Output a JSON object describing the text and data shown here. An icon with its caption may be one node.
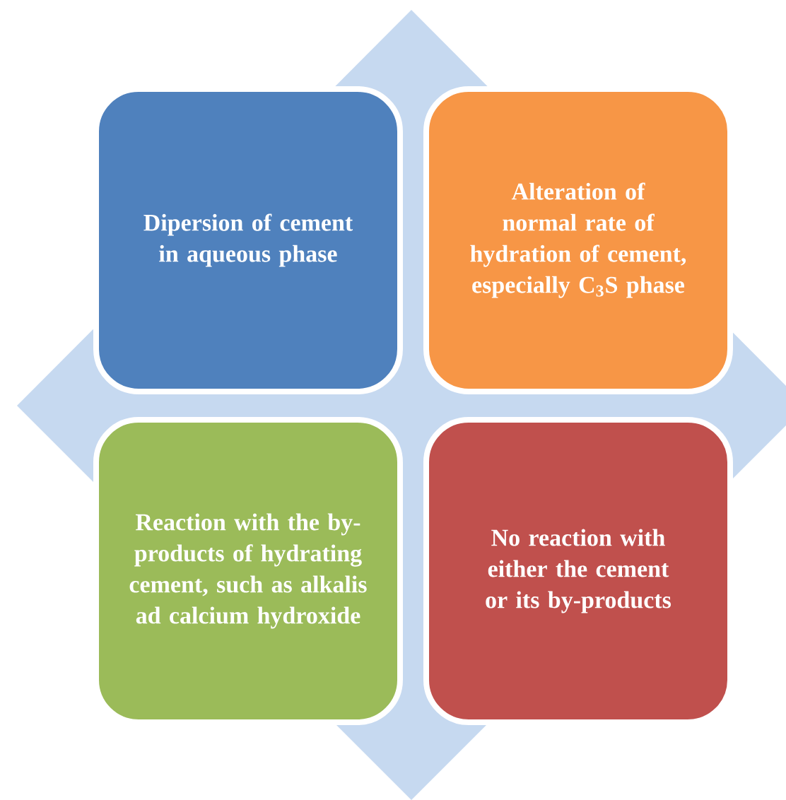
{
  "diagram": {
    "nodes": [
      {
        "text": [
          "Dipersion of cement in aqueous phase"
        ]
      },
      {
        "text": [
          "Alteration of normal rate of hydration of cement, especially C$_{3}$S phase"
        ]
      },
      {
        "text": [
          "Reaction with the by-products of hydrating cement, such as alkalis ad calcium hydroxide"
        ]
      },
      {
        "text": [
          "No reaction with either the cement or its by-products"
        ]
      }
    ]
  }
}
